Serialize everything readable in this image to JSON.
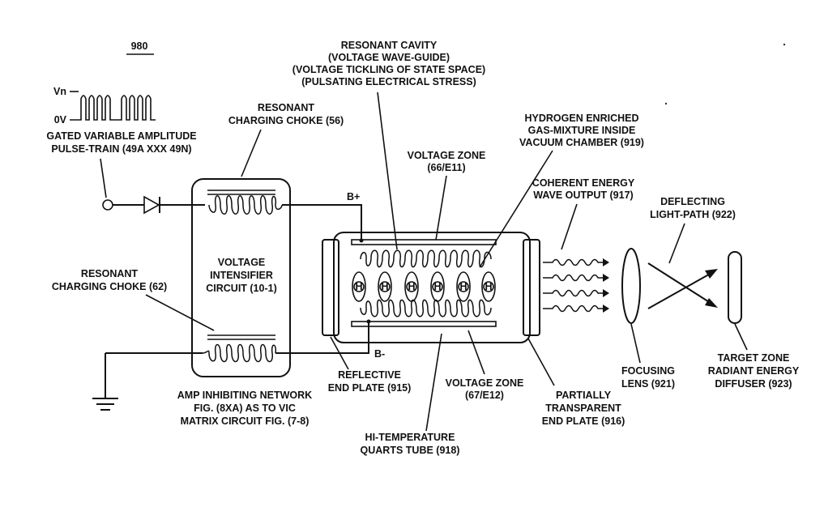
{
  "figure_number": "980",
  "pulse": {
    "vn": "Vn",
    "zero": "0V"
  },
  "labels": {
    "gated_1": "GATED VARIABLE AMPLITUDE",
    "gated_2": "PULSE-TRAIN (49A XXX 49N)",
    "choke56_1": "RESONANT",
    "choke56_2": "CHARGING CHOKE (56)",
    "choke62_1": "RESONANT",
    "choke62_2": "CHARGING CHOKE (62)",
    "vic_1": "VOLTAGE",
    "vic_2": "INTENSIFIER",
    "vic_3": "CIRCUIT (10-1)",
    "amp_1": "AMP INHIBITING NETWORK",
    "amp_2": "FIG. (8XA) AS TO VIC",
    "amp_3": "MATRIX CIRCUIT FIG. (7-8)",
    "b_plus": "B+",
    "b_minus": "B-",
    "cavity_1": "RESONANT CAVITY",
    "cavity_2": "(VOLTAGE WAVE-GUIDE)",
    "cavity_3": "(VOLTAGE TICKLING OF STATE SPACE)",
    "cavity_4": "(PULSATING ELECTRICAL STRESS)",
    "h2_1": "HYDROGEN ENRICHED",
    "h2_2": "GAS-MIXTURE INSIDE",
    "h2_3": "VACUUM CHAMBER (919)",
    "vz66_1": "VOLTAGE ZONE",
    "vz66_2": "(66/E11)",
    "coh_1": "COHERENT ENERGY",
    "coh_2": "WAVE OUTPUT (917)",
    "defl_1": "DEFLECTING",
    "defl_2": "LIGHT-PATH (922)",
    "refl_1": "REFLECTIVE",
    "refl_2": "END PLATE (915)",
    "vz67_1": "VOLTAGE ZONE",
    "vz67_2": "(67/E12)",
    "pt_1": "PARTIALLY",
    "pt_2": "TRANSPARENT",
    "pt_3": "END PLATE (916)",
    "hi_1": "HI-TEMPERATURE",
    "hi_2": "QUARTS TUBE (918)",
    "lens_1": "FOCUSING",
    "lens_2": "LENS (921)",
    "target_1": "TARGET ZONE",
    "target_2": "RADIANT ENERGY",
    "target_3": "DIFFUSER (923)",
    "atom": "H"
  }
}
